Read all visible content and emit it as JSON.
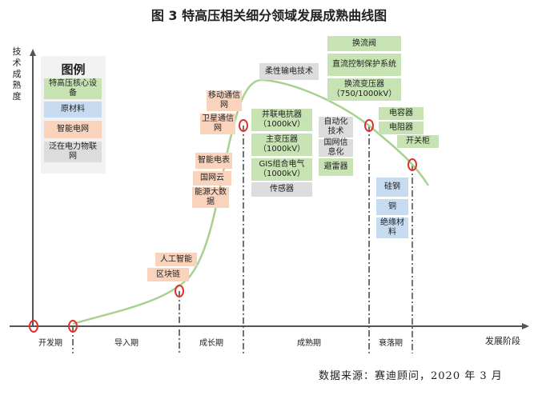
{
  "title": "图 3  特高压相关细分领域发展成熟曲线图",
  "axes": {
    "y_label": "技术成熟度",
    "x_label": "发展阶段"
  },
  "source": "数据来源：赛迪顾问，2020 年 3 月",
  "legend": {
    "title": "图例",
    "items": [
      "特高压核心设备",
      "原材料",
      "智能电网",
      "泛在电力物联网"
    ]
  },
  "phases": [
    "开发期",
    "导入期",
    "成长期",
    "成熟期",
    "衰落期"
  ],
  "colors": {
    "core_equipment": "#c7e3b3",
    "raw_material": "#c6dbf0",
    "smart_grid": "#f9d3bc",
    "iot": "#dcdcdc",
    "curve": "#a9d18e",
    "marker": "#e0302a"
  },
  "labels": {
    "rouxing": "柔性输电技术",
    "huanliufa": "换流阀",
    "zhiliu_kongzhi": "直流控制保护系统",
    "huanliu_bianyaqi": "换流变压器（750/1000kV）",
    "yidong_tongxin": "移动通信网",
    "weixing_tongxin": "卫星通信网",
    "binglian_diankangqi": "并联电抗器（1000kV）",
    "zhu_bianyaqi": "主变压器（1000kV）",
    "gis": "GIS组合电气（1000kV）",
    "chuanganqi": "传感器",
    "zidonghua": "自动化技术",
    "guowang_xinxihua": "国网信息化",
    "bileiqi": "避雷器",
    "dianrongqi": "电容器",
    "dianzuqi": "电阻器",
    "kaiguangui": "开关柜",
    "zhineng_dianbiao": "智能电表",
    "guowangyun": "国网云",
    "nengyuan_dashuju": "能源大数据",
    "rengong_zhineng": "人工智能",
    "qukuailian": "区块链",
    "guigang": "硅钢",
    "tong": "铜",
    "jueyuan_cailiao": "绝缘材料"
  }
}
